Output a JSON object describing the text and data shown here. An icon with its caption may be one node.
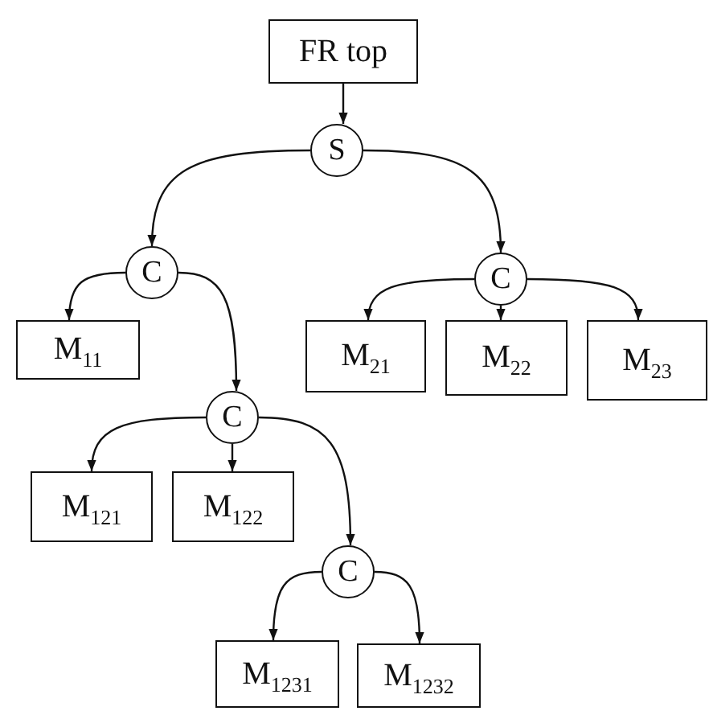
{
  "diagram": {
    "nodes": [
      {
        "text": [
          "FR top"
        ]
      },
      {
        "text": [
          "S"
        ]
      },
      {
        "text": [
          "C"
        ]
      },
      {
        "text": [
          "C"
        ]
      },
      {
        "text": [
          "M$_{11}$"
        ]
      },
      {
        "text": [
          "M$_{21}$"
        ]
      },
      {
        "text": [
          "M$_{22}$"
        ]
      },
      {
        "text": [
          "M$_{23}$"
        ]
      },
      {
        "text": [
          "C"
        ]
      },
      {
        "text": [
          "M$_{121}$"
        ]
      },
      {
        "text": [
          "M$_{122}$"
        ]
      },
      {
        "text": [
          "C"
        ]
      },
      {
        "text": [
          "M$_{1231}$"
        ]
      },
      {
        "text": [
          "M$_{1232}$"
        ]
      }
    ],
    "edges": [
      {
        "from": 0,
        "to": 1,
        "arrow": "to"
      },
      {
        "from": 1,
        "to": 2,
        "arrow": "to"
      },
      {
        "from": 1,
        "to": 3,
        "arrow": "to"
      },
      {
        "from": 2,
        "to": 4,
        "arrow": "to"
      },
      {
        "from": 2,
        "to": 8,
        "arrow": "to"
      },
      {
        "from": 3,
        "to": 5,
        "arrow": "to"
      },
      {
        "from": 3,
        "to": 6,
        "arrow": "to"
      },
      {
        "from": 3,
        "to": 7,
        "arrow": "to"
      },
      {
        "from": 8,
        "to": 9,
        "arrow": "to"
      },
      {
        "from": 8,
        "to": 10,
        "arrow": "to"
      },
      {
        "from": 8,
        "to": 11,
        "arrow": "to"
      },
      {
        "from": 11,
        "to": 12,
        "arrow": "to"
      },
      {
        "from": 11,
        "to": 13,
        "arrow": "to"
      }
    ]
  }
}
